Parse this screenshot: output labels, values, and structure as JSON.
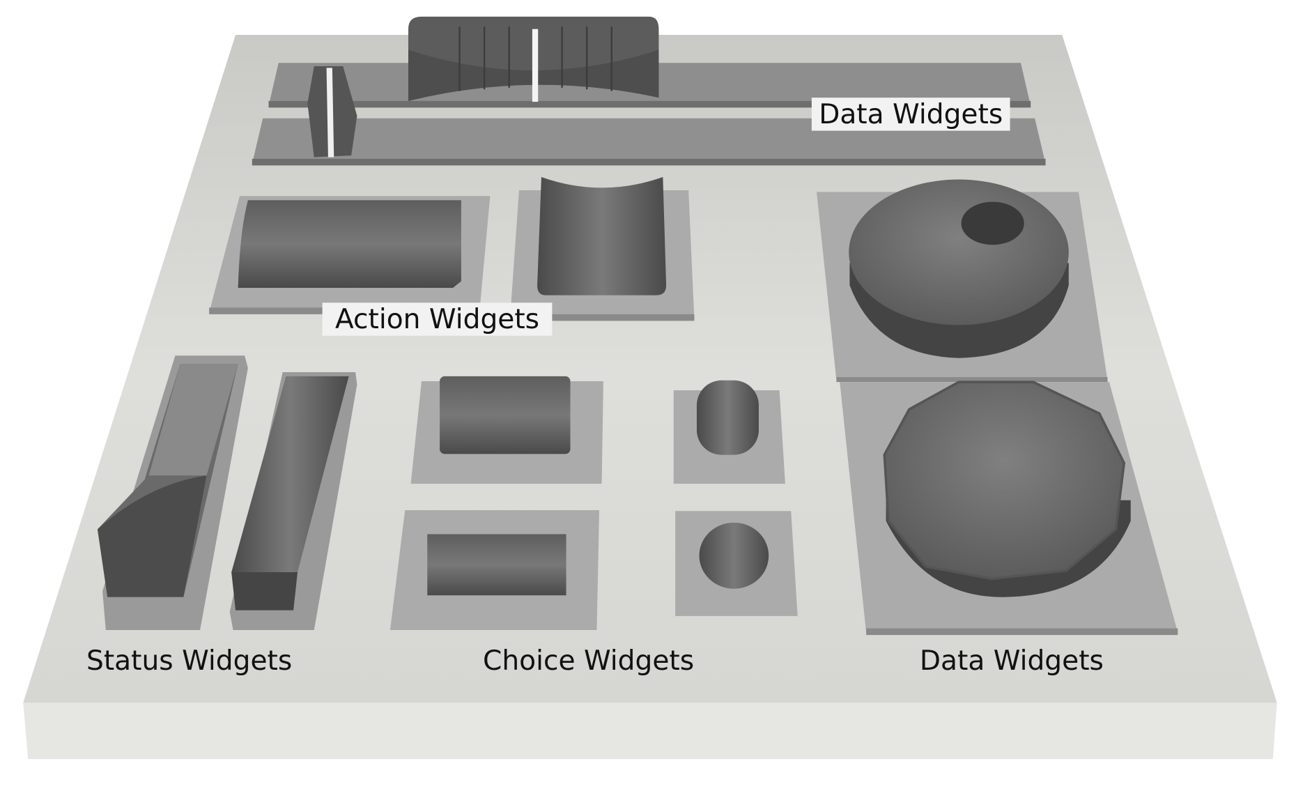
{
  "labels": {
    "data_widgets_top": "Data Widgets",
    "action_widgets": "Action Widgets",
    "status_widgets": "Status Widgets",
    "choice_widgets": "Choice Widgets",
    "data_widgets_bottom": "Data Widgets"
  },
  "colors": {
    "board_top": "#dcdcd8",
    "board_front": "#e4e4e0",
    "plate": "#a8a8a8",
    "widget": "#5a5a5a"
  }
}
